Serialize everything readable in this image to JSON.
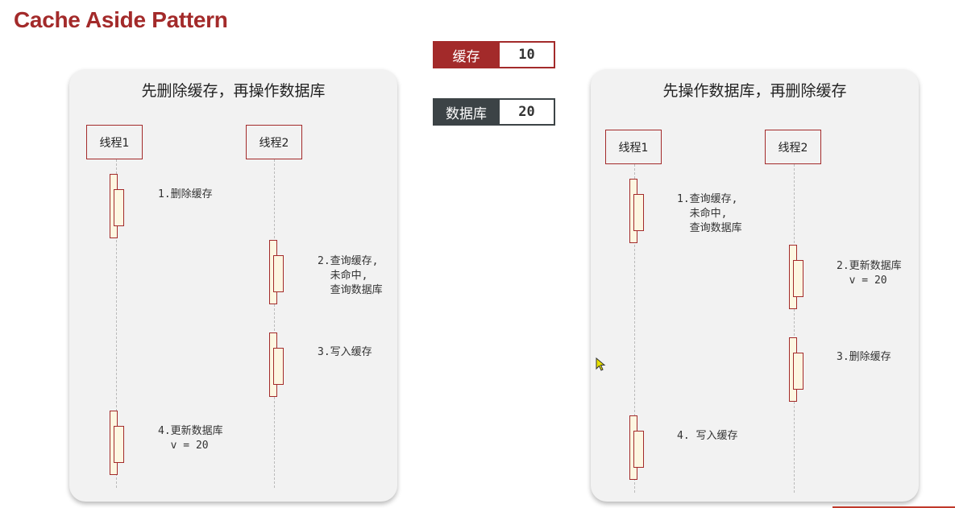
{
  "page": {
    "title": "Cache Aside Pattern"
  },
  "legend": {
    "cache_label": "缓存",
    "cache_value": "10",
    "db_label": "数据库",
    "db_value": "20",
    "cache_color": "#a32a2a",
    "db_color": "#3c4346"
  },
  "left_panel": {
    "title": "先删除缓存，再操作数据库",
    "thread1": "线程1",
    "thread2": "线程2",
    "steps": [
      "1.删除缓存",
      "2.查询缓存,\n  未命中,\n  查询数据库",
      "3.写入缓存",
      "4.更新数据库\n  v = 20"
    ]
  },
  "right_panel": {
    "title": "先操作数据库，再删除缓存",
    "thread1": "线程1",
    "thread2": "线程2",
    "steps": [
      "1.查询缓存,\n  未命中,\n  查询数据库",
      "2.更新数据库\n  v = 20",
      "3.删除缓存",
      "4. 写入缓存"
    ]
  }
}
